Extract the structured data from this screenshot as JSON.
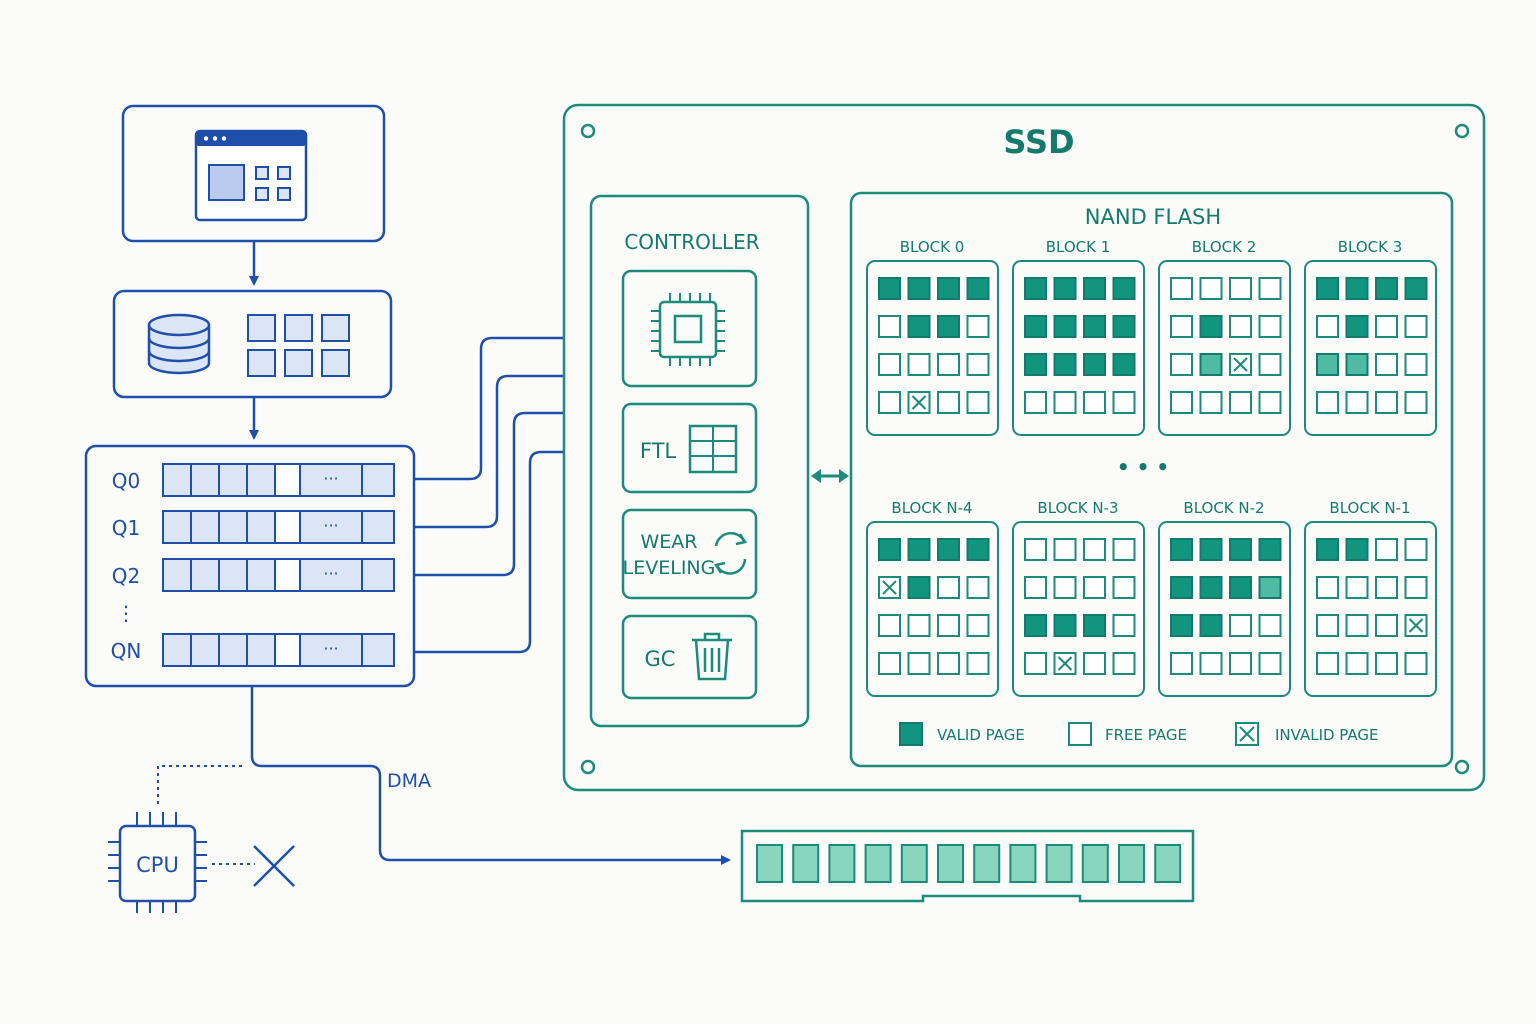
{
  "colors": {
    "blue": "#1f4fa8",
    "blue_fill": "#dbe5f6",
    "teal": "#1d8b7b",
    "teal_dark": "#137a6c",
    "valid_fill": "#12957f",
    "partial_fill": "#4fbba3",
    "dimm_fill": "#87d6bd",
    "background": "#fbfbf9"
  },
  "host": {
    "app_icon": "application-window-icon",
    "storage_icons": [
      "database-icon",
      "grid-icon"
    ],
    "queues": [
      {
        "label": "Q0"
      },
      {
        "label": "Q1"
      },
      {
        "label": "Q2"
      },
      {
        "label": "⋮"
      },
      {
        "label": "QN"
      }
    ],
    "queue_slot_ellipsis": "···",
    "dma_label": "DMA",
    "cpu_label": "CPU",
    "cpu_bypass_icon": "cross-icon"
  },
  "ssd": {
    "title": "SSD",
    "controller": {
      "title": "CONTROLLER",
      "modules": [
        {
          "id": "processor",
          "label": "",
          "icon": "chip-icon"
        },
        {
          "id": "ftl",
          "label": "FTL",
          "icon": "table-icon"
        },
        {
          "id": "wear",
          "label": "WEAR\nLEVELING",
          "icon": "refresh-icon"
        },
        {
          "id": "gc",
          "label": "GC",
          "icon": "trash-icon"
        }
      ]
    },
    "bus_icon": "bidirectional-arrow-icon",
    "nand": {
      "title": "NAND FLASH",
      "ellipsis": "• • •",
      "blocks": [
        {
          "label": "BLOCK 0",
          "pages": [
            "V",
            "V",
            "V",
            "V",
            "F",
            "V",
            "V",
            "F",
            "F",
            "F",
            "F",
            "F",
            "F",
            "X",
            "F",
            "F"
          ]
        },
        {
          "label": "BLOCK 1",
          "pages": [
            "V",
            "V",
            "V",
            "V",
            "V",
            "V",
            "V",
            "V",
            "V",
            "V",
            "V",
            "V",
            "F",
            "F",
            "F",
            "F"
          ]
        },
        {
          "label": "BLOCK 2",
          "pages": [
            "F",
            "F",
            "F",
            "F",
            "F",
            "V",
            "F",
            "F",
            "F",
            "P",
            "X",
            "F",
            "F",
            "F",
            "F",
            "F"
          ]
        },
        {
          "label": "BLOCK 3",
          "pages": [
            "V",
            "V",
            "V",
            "V",
            "F",
            "V",
            "F",
            "F",
            "P",
            "P",
            "F",
            "F",
            "F",
            "F",
            "F",
            "F"
          ]
        },
        {
          "label": "BLOCK N-4",
          "pages": [
            "V",
            "V",
            "V",
            "V",
            "X",
            "V",
            "F",
            "F",
            "F",
            "F",
            "F",
            "F",
            "F",
            "F",
            "F",
            "F"
          ]
        },
        {
          "label": "BLOCK N-3",
          "pages": [
            "F",
            "F",
            "F",
            "F",
            "F",
            "F",
            "F",
            "F",
            "V",
            "V",
            "V",
            "F",
            "F",
            "X",
            "F",
            "F"
          ]
        },
        {
          "label": "BLOCK N-2",
          "pages": [
            "V",
            "V",
            "V",
            "V",
            "V",
            "V",
            "V",
            "P",
            "V",
            "V",
            "F",
            "F",
            "F",
            "F",
            "F",
            "F"
          ]
        },
        {
          "label": "BLOCK N-1",
          "pages": [
            "V",
            "V",
            "F",
            "F",
            "F",
            "F",
            "F",
            "F",
            "F",
            "F",
            "F",
            "X",
            "F",
            "F",
            "F",
            "F"
          ]
        }
      ],
      "legend": [
        {
          "kind": "V",
          "label": "VALID PAGE"
        },
        {
          "kind": "F",
          "label": "FREE PAGE"
        },
        {
          "kind": "X",
          "label": "INVALID PAGE"
        }
      ]
    }
  },
  "dram": {
    "chips": 12,
    "icon": "memory-module-icon"
  }
}
